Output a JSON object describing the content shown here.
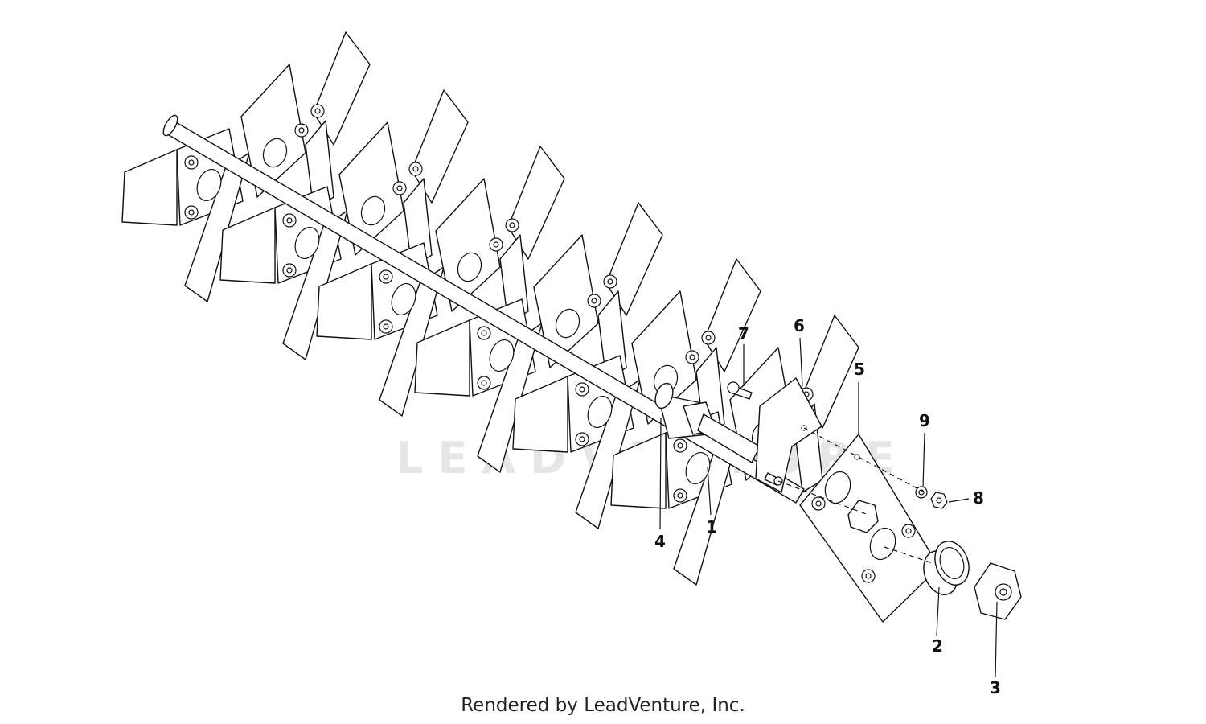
{
  "diagram": {
    "watermark": "LEADVENTURE",
    "footer": "Rendered by LeadVenture, Inc.",
    "callouts": [
      {
        "id": "1",
        "label": "1"
      },
      {
        "id": "2",
        "label": "2"
      },
      {
        "id": "3",
        "label": "3"
      },
      {
        "id": "4",
        "label": "4"
      },
      {
        "id": "5",
        "label": "5"
      },
      {
        "id": "6",
        "label": "6"
      },
      {
        "id": "7",
        "label": "7"
      },
      {
        "id": "8",
        "label": "8"
      },
      {
        "id": "9",
        "label": "9"
      }
    ]
  },
  "colors": {
    "line": "#111111",
    "background": "#ffffff",
    "watermark": "#e6e6e6"
  }
}
